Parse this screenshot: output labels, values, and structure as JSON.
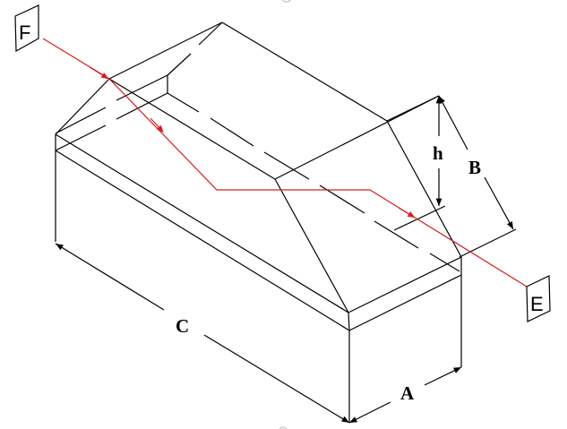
{
  "diagram": {
    "dimensions": {
      "a": "A",
      "b": "B",
      "c": "C",
      "h": "h"
    },
    "markers": {
      "entry": "F",
      "exit": "E"
    },
    "colors": {
      "lines": "#000000",
      "ray": "#d42020",
      "background": "#ffffff"
    }
  }
}
